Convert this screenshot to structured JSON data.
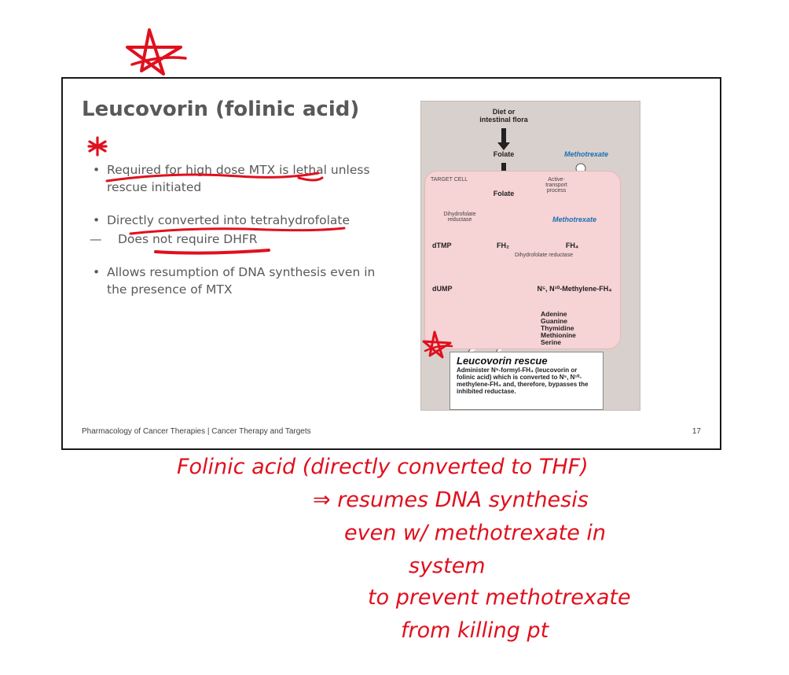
{
  "slide": {
    "title": "Leucovorin (folinic acid)",
    "bullets": [
      "Required for high dose MTX is lethal unless rescue initiated",
      "Directly converted into tetrahydrofolate",
      "Allows resumption of DNA synthesis even in the presence of MTX"
    ],
    "sub_bullet": "Does not require DHFR",
    "footer": "Pharmacology of Cancer Therapies | Cancer Therapy and Targets",
    "page_number": "17"
  },
  "figure": {
    "diet": "Diet or intestinal flora",
    "folate_top": "Folate",
    "methotrexate_top": "Methotrexate",
    "target_cell": "TARGET CELL",
    "active_transport": "Active- transport process",
    "folate_cell": "Folate",
    "dhf_reductase_left": "Dihydrofolate reductase",
    "methotrexate_cell": "Methotrexate",
    "dtmp": "dTMP",
    "fh2": "FH₂",
    "fh4": "FH₄",
    "dhf_reductase_mid": "Dihydrofolate reductase",
    "dump": "dUMP",
    "methylene": "N⁵, N¹⁰-Methylene-FH₄",
    "products": [
      "Adenine",
      "Guanine",
      "Thymidine",
      "Methionine",
      "Serine"
    ],
    "rescue_title": "Leucovorin rescue",
    "rescue_text": "Administer N⁵-formyl-FH₄ (leucovorin or folinic acid) which is converted to N⁵, N¹⁰-methylene-FH₄ and, therefore, bypasses the inhibited reductase."
  },
  "annotations": {
    "lines": [
      "Folinic acid (directly converted to THF)",
      "⇒ resumes DNA synthesis",
      "even w/ methotrexate in",
      "system",
      "to prevent methotrexate",
      "from killing pt"
    ],
    "ink_color": "#e0101e"
  }
}
